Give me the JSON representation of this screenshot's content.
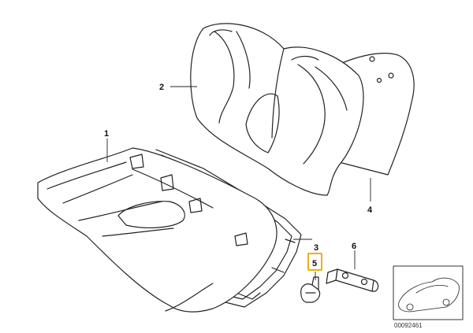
{
  "diagram": {
    "parts": [
      {
        "number": "1"
      },
      {
        "number": "2"
      },
      {
        "number": "3"
      },
      {
        "number": "4"
      },
      {
        "number": "5",
        "highlighted": true
      },
      {
        "number": "6"
      }
    ],
    "reference_code": "00092461",
    "highlight_color": "#e8b400"
  }
}
